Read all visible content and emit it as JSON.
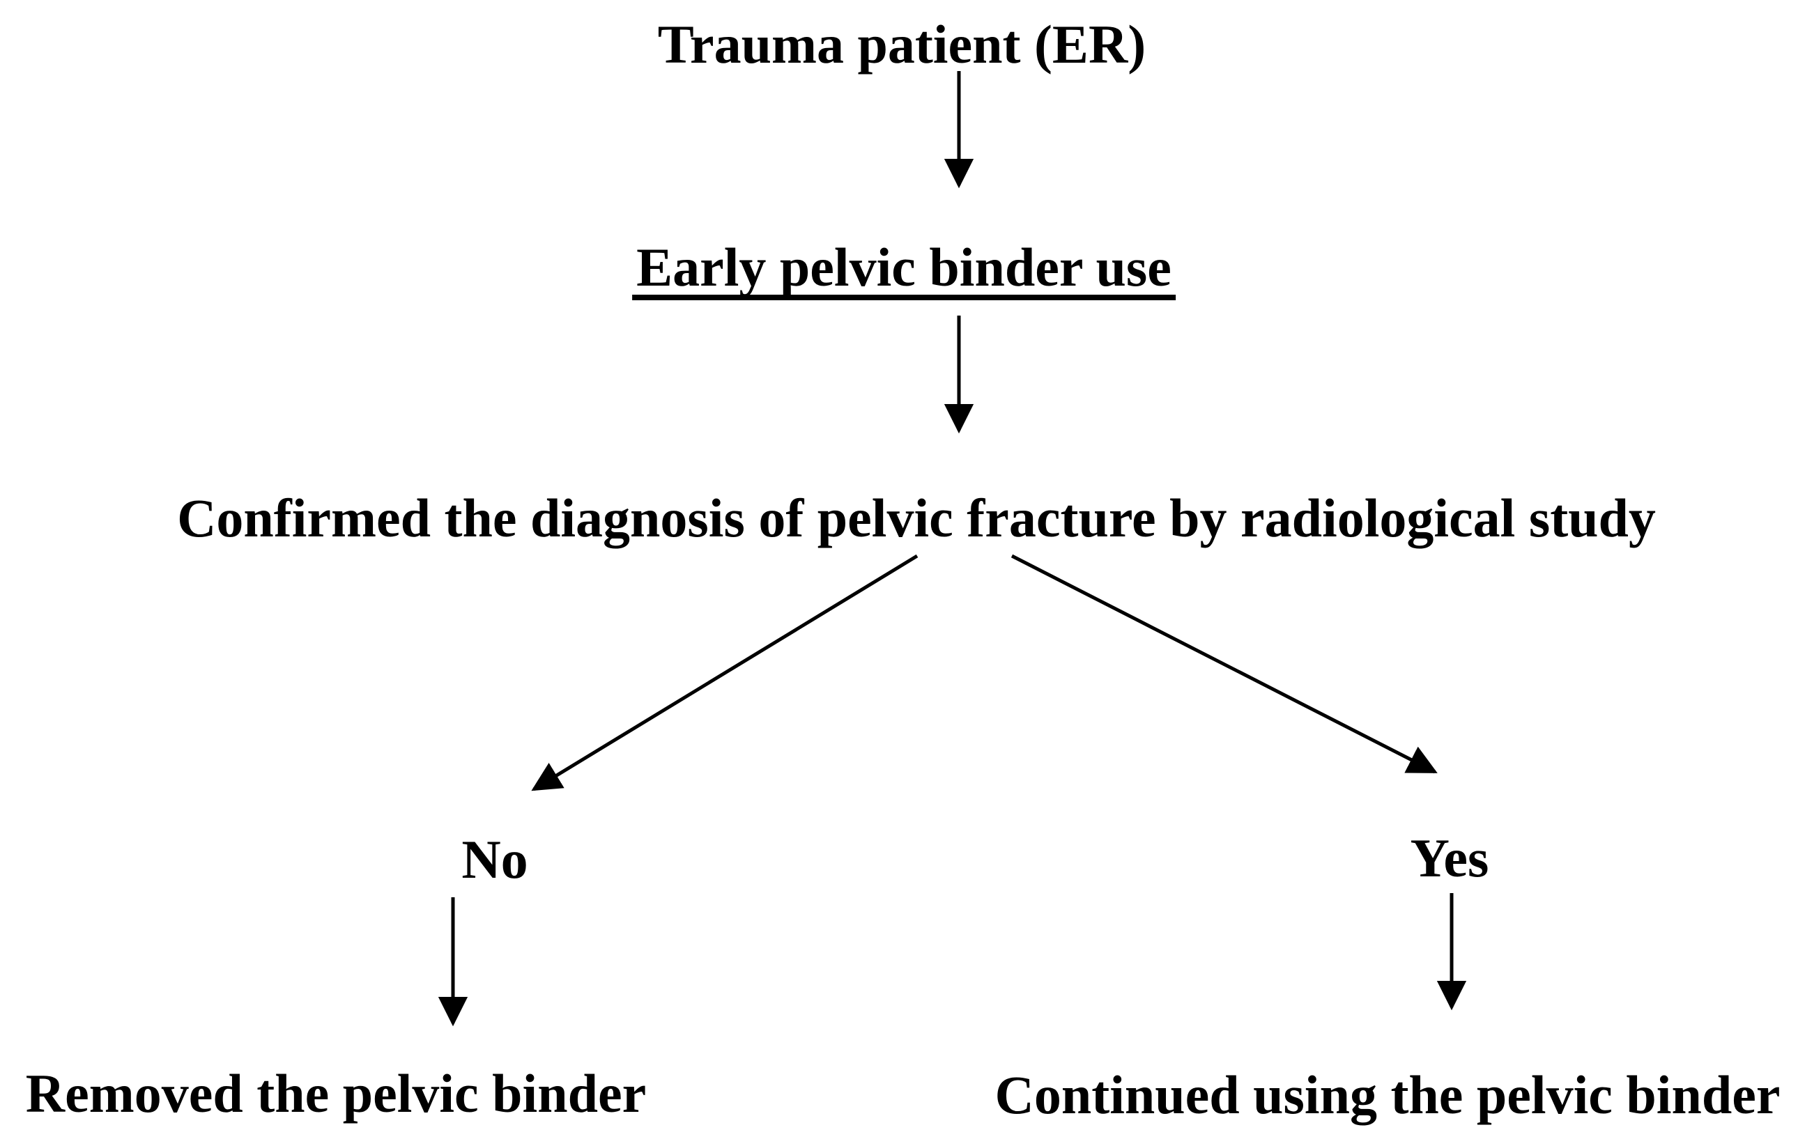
{
  "flowchart": {
    "type": "flowchart",
    "background_color": "#ffffff",
    "text_color": "#000000",
    "arrow_color": "#000000",
    "nodes": {
      "trauma": {
        "label": "Trauma patient (ER)"
      },
      "early_binder": {
        "label": "Early pelvic binder use",
        "underlined": true
      },
      "confirm": {
        "label": "Confirmed the diagnosis of pelvic fracture by radiological study"
      },
      "no_branch": {
        "label": "No"
      },
      "yes_branch": {
        "label": "Yes"
      },
      "removed": {
        "label": "Removed the pelvic binder"
      },
      "continued": {
        "label": "Continued using the pelvic binder"
      }
    },
    "edges": [
      {
        "from": "trauma",
        "to": "early_binder",
        "direction": "down"
      },
      {
        "from": "early_binder",
        "to": "confirm",
        "direction": "down"
      },
      {
        "from": "confirm",
        "to": "no_branch",
        "direction": "down-left"
      },
      {
        "from": "confirm",
        "to": "yes_branch",
        "direction": "down-right"
      },
      {
        "from": "no_branch",
        "to": "removed",
        "direction": "down"
      },
      {
        "from": "yes_branch",
        "to": "continued",
        "direction": "down"
      }
    ]
  }
}
